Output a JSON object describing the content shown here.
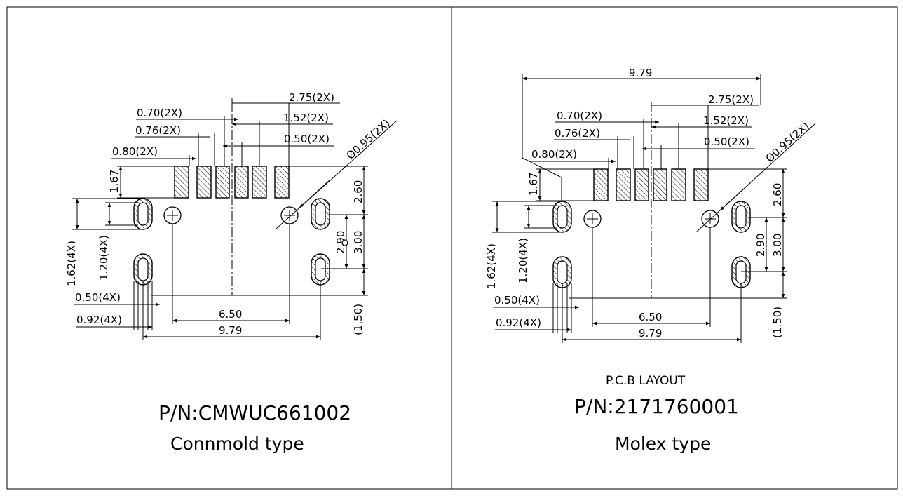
{
  "left": {
    "pn": "P/N:CMWUC661002",
    "type": "Connmold type",
    "dims": {
      "d_275": "2.75(2X)",
      "d_152": "1.52(2X)",
      "d_070": "0.70(2X)",
      "d_076": "0.76(2X)",
      "d_050": "0.50(2X)",
      "d_080": "0.80(2X)",
      "d_095": "Ø0.95(2X)",
      "d_167": "1.67",
      "d_260": "2.60",
      "d_162": "1.62(4X)",
      "d_120": "1.20(4X)",
      "d_290": "2.90",
      "d_300": "3.00",
      "d_050_4x": "0.50(4X)",
      "d_092_4x": "0.92(4X)",
      "d_650": "6.50",
      "d_979": "9.79",
      "d_150": "(1.50)"
    }
  },
  "right": {
    "title": "P.C.B LAYOUT",
    "pn": "P/N:2171760001",
    "type": "Molex type",
    "dims": {
      "d_979_top": "9.79",
      "d_275": "2.75(2X)",
      "d_152": "1.52(2X)",
      "d_070": "0.70(2X)",
      "d_076": "0.76(2X)",
      "d_050": "0.50(2X)",
      "d_080": "0.80(2X)",
      "d_095": "Ø0.95(2X)",
      "d_167": "1.67",
      "d_260": "2.60",
      "d_162": "1.62(4X)",
      "d_120": "1.20(4X)",
      "d_290": "2.90",
      "d_300": "3.00",
      "d_050_4x": "0.50(4X)",
      "d_092_4x": "0.92(4X)",
      "d_650": "6.50",
      "d_979": "9.79",
      "d_150": "(1.50)"
    }
  }
}
